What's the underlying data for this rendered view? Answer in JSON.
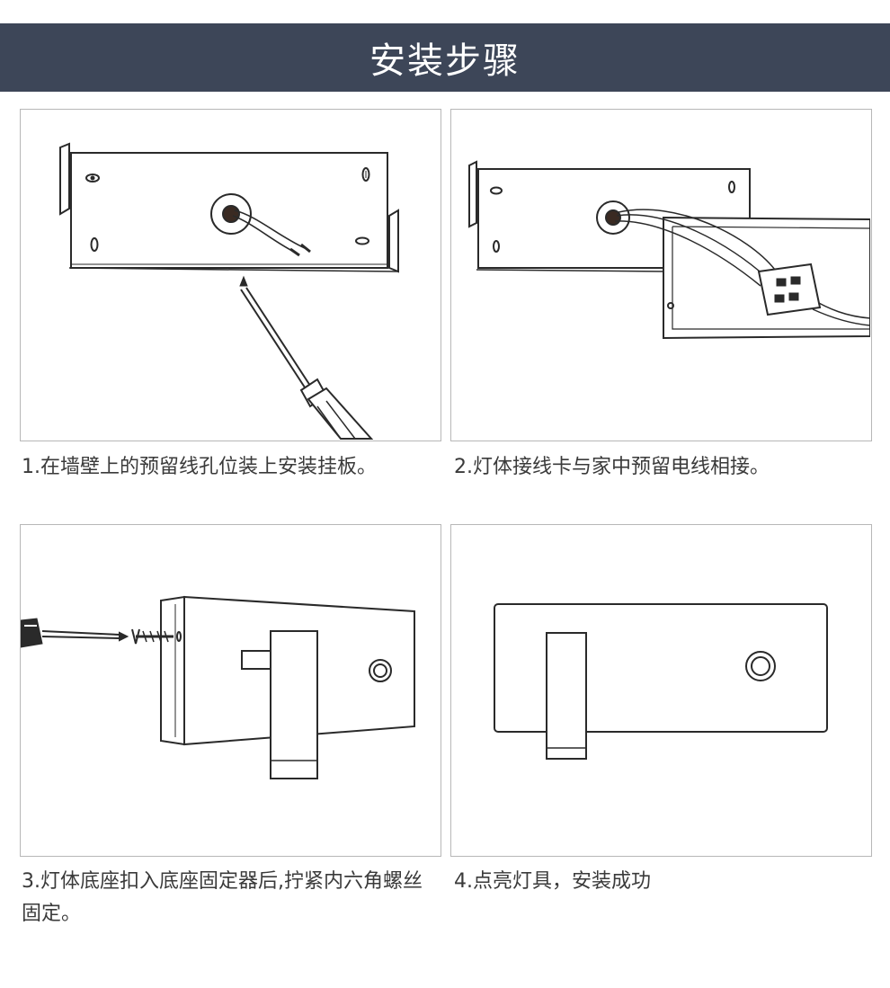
{
  "header": {
    "title": "安装步骤"
  },
  "steps": [
    {
      "caption": "1.在墙壁上的预留线孔位装上安装挂板。",
      "illustration": "screwdriver-mounting-plate"
    },
    {
      "caption": "2.灯体接线卡与家中预留电线相接。",
      "illustration": "wire-connector"
    },
    {
      "caption": "3.灯体底座扣入底座固定器后,拧紧内六角螺丝固定。",
      "illustration": "hex-screw-fixing"
    },
    {
      "caption": "4.点亮灯具，安装成功",
      "illustration": "installed-lamp"
    }
  ]
}
